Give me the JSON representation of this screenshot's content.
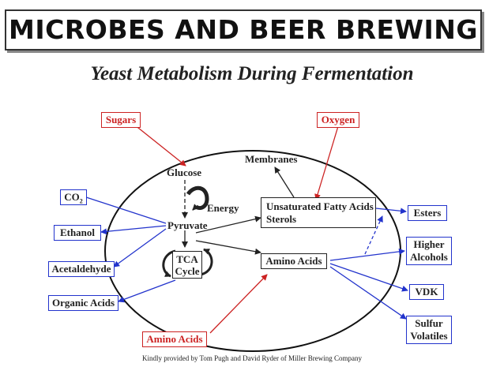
{
  "title": "MICROBES AND BEER BREWING",
  "subtitle": "Yeast Metabolism During Fermentation",
  "inputs": {
    "sugars": "Sugars",
    "oxygen": "Oxygen",
    "amino_acids": "Amino Acids"
  },
  "cell": {
    "glucose": "Glucose",
    "energy": "Energy",
    "pyruvate": "Pyruvate",
    "membranes": "Membranes",
    "tca_line1": "TCA",
    "tca_line2": "Cycle",
    "ufa_line1": "Unsaturated Fatty Acids",
    "ufa_line2": "Sterols",
    "amino_acids": "Amino Acids"
  },
  "outputs": {
    "co2_main": "CO",
    "co2_sub": "2",
    "ethanol": "Ethanol",
    "acetaldehyde": "Acetaldehyde",
    "organic_acids": "Organic Acids",
    "esters": "Esters",
    "higher_line1": "Higher",
    "higher_line2": "Alcohols",
    "vdk": "VDK",
    "sulfur_line1": "Sulfur",
    "sulfur_line2": "Volatiles"
  },
  "credit": "Kindly provided by Tom Pugh and David Ryder of Miller Brewing Company",
  "colors": {
    "input_red": "#cc2222",
    "output_blue": "#2233cc",
    "text": "#222222"
  }
}
